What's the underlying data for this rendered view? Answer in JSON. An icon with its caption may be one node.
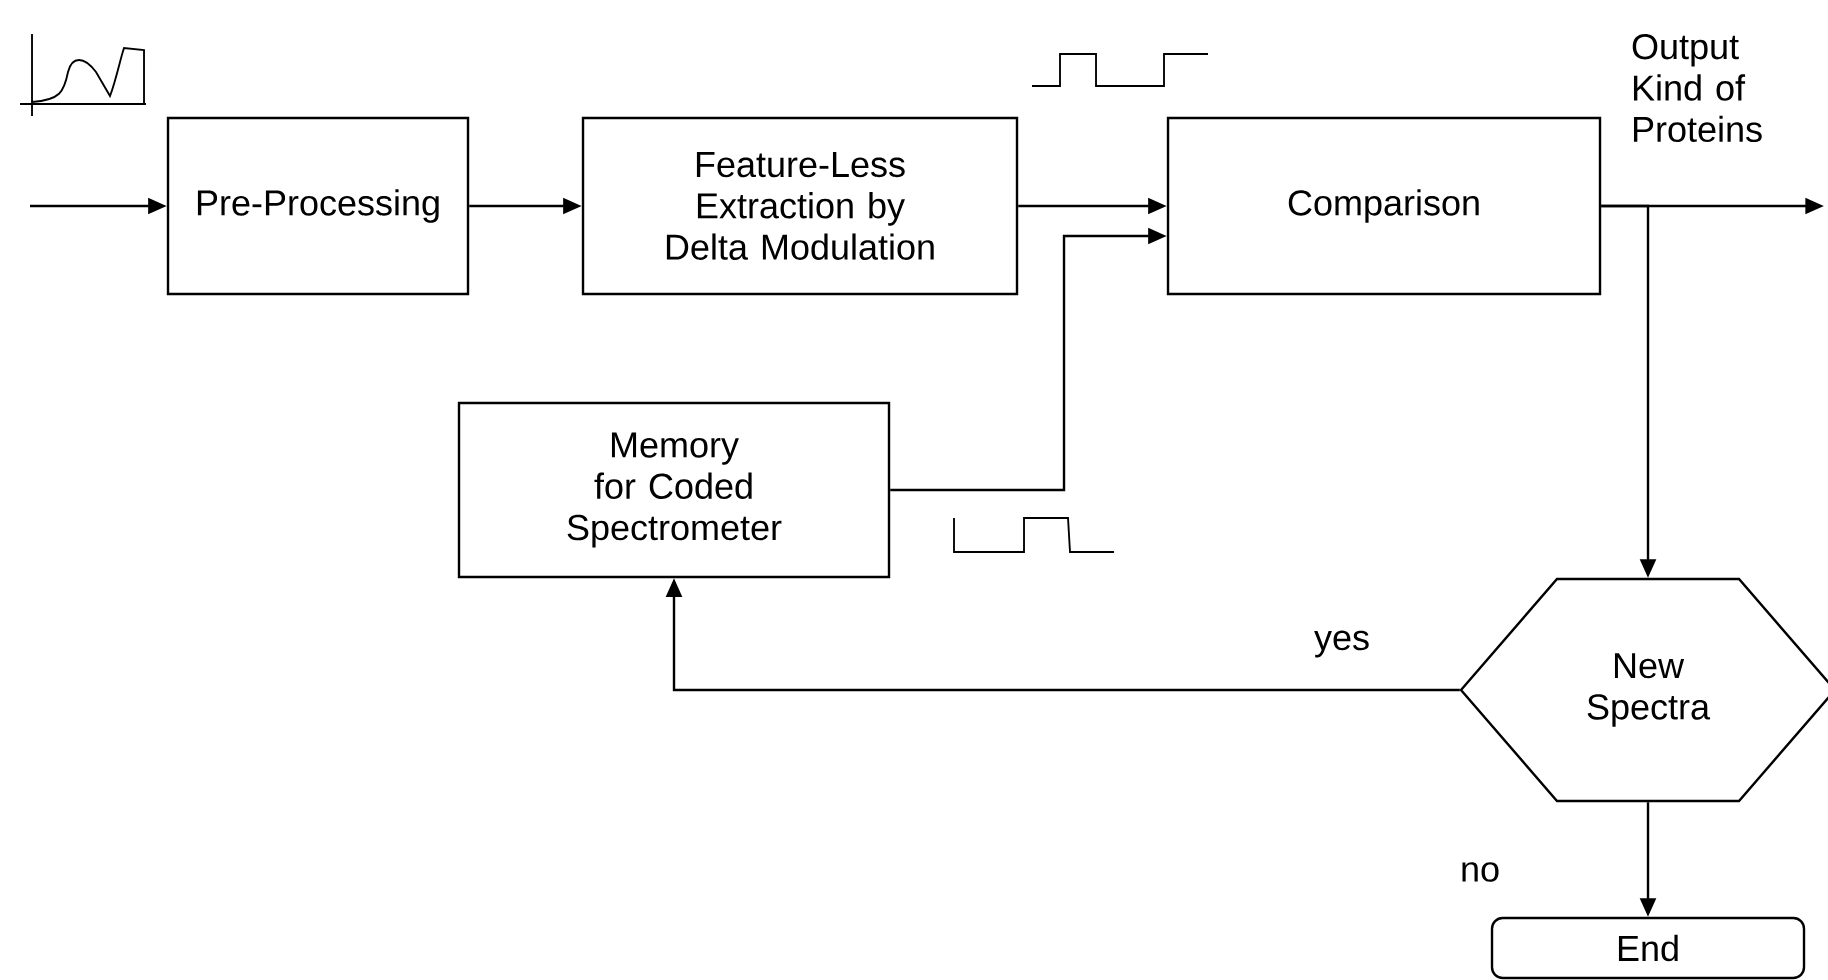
{
  "diagram": {
    "nodes": [
      {
        "text": [
          "Pre-Processing"
        ]
      },
      {
        "text": [
          "Feature-Less Extraction by Delta Modulation"
        ]
      },
      {
        "text": [
          "Comparison"
        ]
      },
      {
        "text": [
          "Memory for Coded Spectrometer"
        ]
      },
      {
        "text": [
          "New Spectra"
        ]
      },
      {
        "text": [
          "End"
        ]
      }
    ],
    "edges": [
      {
        "from": null,
        "to": 0,
        "arrow": "to"
      },
      {
        "from": 0,
        "to": 1,
        "arrow": "to"
      },
      {
        "from": 1,
        "to": 2,
        "arrow": "to"
      },
      {
        "from": 3,
        "to": 2,
        "arrow": "to"
      },
      {
        "from": 2,
        "to": null,
        "arrow": "to",
        "label": "Output Kind of Proteins"
      },
      {
        "from": 2,
        "to": 4,
        "arrow": "to"
      },
      {
        "from": 4,
        "to": 3,
        "arrow": "to",
        "label": "yes"
      },
      {
        "from": 4,
        "to": 5,
        "arrow": "to",
        "label": "no"
      }
    ]
  }
}
